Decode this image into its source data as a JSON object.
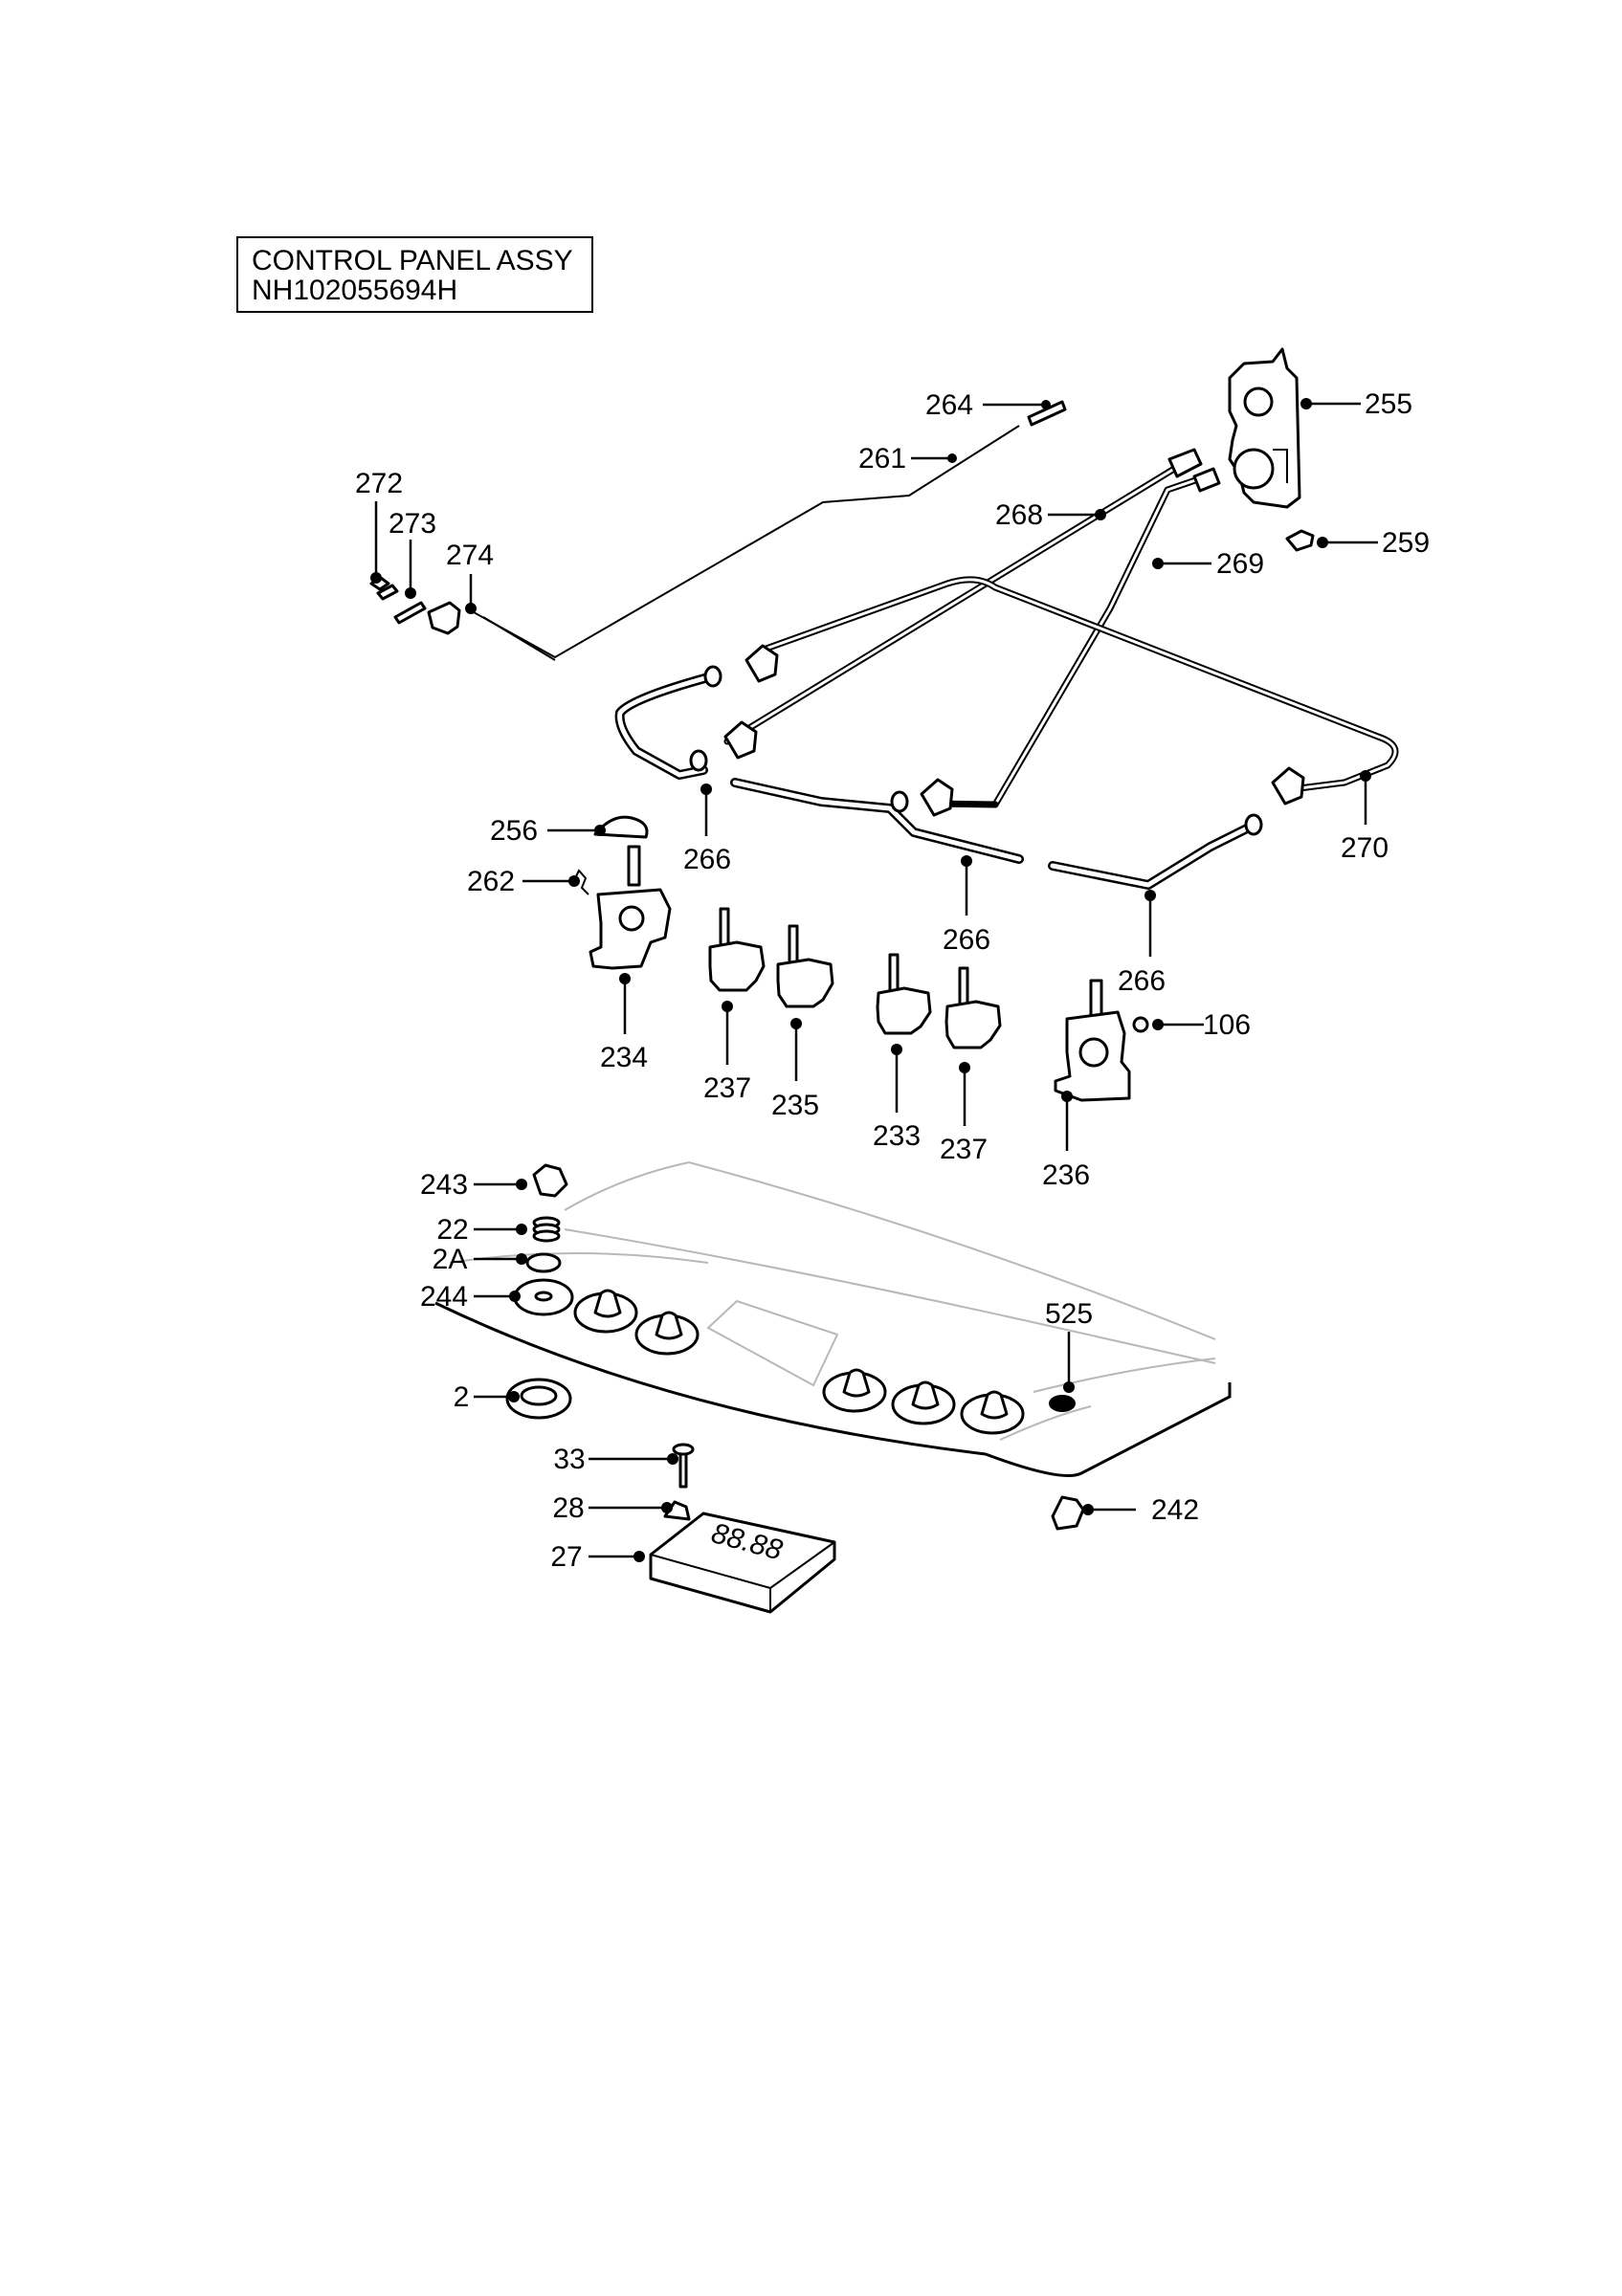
{
  "title_box": {
    "line1": "CONTROL PANEL ASSY",
    "line2": "NH102055694H"
  },
  "callouts": [
    {
      "id": "c264",
      "label": "264"
    },
    {
      "id": "c261",
      "label": "261"
    },
    {
      "id": "c255",
      "label": "255"
    },
    {
      "id": "c272",
      "label": "272"
    },
    {
      "id": "c273",
      "label": "273"
    },
    {
      "id": "c274",
      "label": "274"
    },
    {
      "id": "c268",
      "label": "268"
    },
    {
      "id": "c259",
      "label": "259"
    },
    {
      "id": "c269",
      "label": "269"
    },
    {
      "id": "c256",
      "label": "256"
    },
    {
      "id": "c262",
      "label": "262"
    },
    {
      "id": "c266a",
      "label": "266"
    },
    {
      "id": "c270",
      "label": "270"
    },
    {
      "id": "c266b",
      "label": "266"
    },
    {
      "id": "c266c",
      "label": "266"
    },
    {
      "id": "c106",
      "label": "106"
    },
    {
      "id": "c234",
      "label": "234"
    },
    {
      "id": "c237a",
      "label": "237"
    },
    {
      "id": "c235",
      "label": "235"
    },
    {
      "id": "c233",
      "label": "233"
    },
    {
      "id": "c237b",
      "label": "237"
    },
    {
      "id": "c236",
      "label": "236"
    },
    {
      "id": "c243",
      "label": "243"
    },
    {
      "id": "c22",
      "label": "22"
    },
    {
      "id": "c2A",
      "label": "2A"
    },
    {
      "id": "c244",
      "label": "244"
    },
    {
      "id": "c525",
      "label": "525"
    },
    {
      "id": "c2",
      "label": "2"
    },
    {
      "id": "c33",
      "label": "33"
    },
    {
      "id": "c28",
      "label": "28"
    },
    {
      "id": "c242",
      "label": "242"
    },
    {
      "id": "c27",
      "label": "27"
    }
  ],
  "display_module_text": "88.88"
}
